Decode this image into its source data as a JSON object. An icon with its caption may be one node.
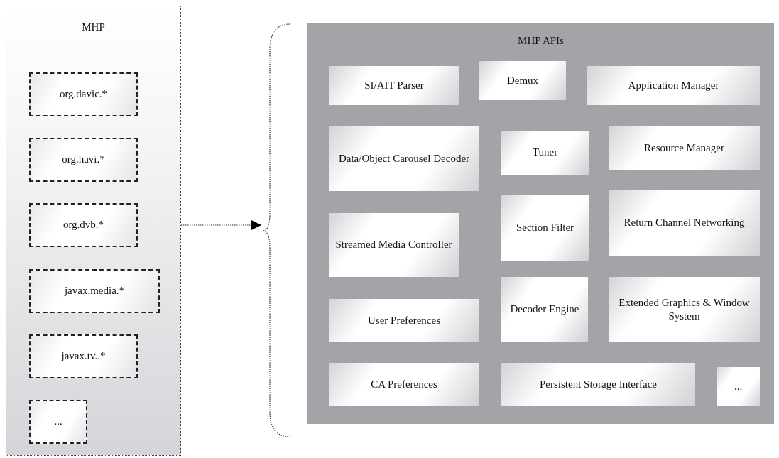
{
  "diagram": {
    "nodes": [
      {
        "text": [
          "MHP"
        ]
      },
      {
        "text": [
          "org.davic.*"
        ],
        "in": 0
      },
      {
        "text": [
          "org.havi.*"
        ],
        "in": 0
      },
      {
        "text": [
          "org.dvb.*"
        ],
        "in": 0
      },
      {
        "text": [
          "javax.media.*"
        ],
        "in": 0
      },
      {
        "text": [
          "javax.tv..*"
        ],
        "in": 0
      },
      {
        "text": [
          "..."
        ],
        "in": 0
      },
      {
        "text": [
          "MHP APIs"
        ]
      },
      {
        "text": [
          "SI/AIT Parser"
        ],
        "in": 7
      },
      {
        "text": [
          "Demux"
        ],
        "in": 7
      },
      {
        "text": [
          "Application Manager"
        ],
        "in": 7
      },
      {
        "text": [
          "Data/Object Carousel Decoder"
        ],
        "in": 7
      },
      {
        "text": [
          "Tuner"
        ],
        "in": 7
      },
      {
        "text": [
          "Resource Manager"
        ],
        "in": 7
      },
      {
        "text": [
          "Streamed Media Controller"
        ],
        "in": 7
      },
      {
        "text": [
          "Section Filter"
        ],
        "in": 7
      },
      {
        "text": [
          "Return Channel Networking"
        ],
        "in": 7
      },
      {
        "text": [
          "User Preferences"
        ],
        "in": 7
      },
      {
        "text": [
          "Decoder Engine"
        ],
        "in": 7
      },
      {
        "text": [
          "Extended Graphics & Window System"
        ],
        "in": 7
      },
      {
        "text": [
          "CA Preferences"
        ],
        "in": 7
      },
      {
        "text": [
          "Persistent Storage Interface"
        ],
        "in": 7
      },
      {
        "text": [
          "..."
        ],
        "in": 7
      }
    ],
    "edges": [
      {
        "from": 0,
        "to": 7,
        "arrow": "to",
        "style": "dashed"
      }
    ]
  }
}
